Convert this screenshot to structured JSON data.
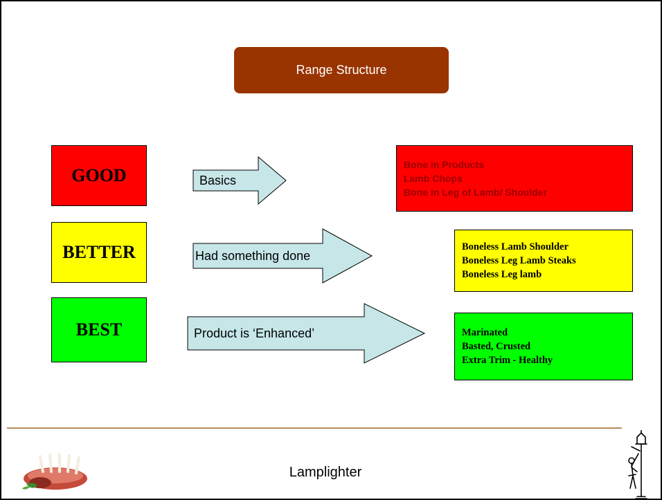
{
  "title": "Range Structure",
  "colors": {
    "title_bg": "#993300",
    "title_text": "#ffffff",
    "good": "#ff0000",
    "better": "#ffff00",
    "best": "#00ff00",
    "arrow_fill": "#c6e6e8",
    "footer_rule": "#b48c5a"
  },
  "tiers": [
    {
      "label": "GOOD",
      "arrow_label": "Basics",
      "details": [
        "Bone in Products",
        "Lamb Chops",
        "Bone in Leg of Lamb/ Shoulder"
      ]
    },
    {
      "label": "BETTER",
      "arrow_label": "Had something done",
      "details": [
        "Boneless Lamb Shoulder",
        "Boneless Leg Lamb Steaks",
        "Boneless Leg lamb"
      ]
    },
    {
      "label": "BEST",
      "arrow_label": "Product is ‘Enhanced’",
      "details": [
        "Marinated",
        "Basted, Crusted",
        "Extra Trim - Healthy"
      ]
    }
  ],
  "footer": {
    "text": "Lamplighter",
    "left_logo_icon": "lamb-rack-icon",
    "right_logo_icon": "lamplighter-icon"
  }
}
